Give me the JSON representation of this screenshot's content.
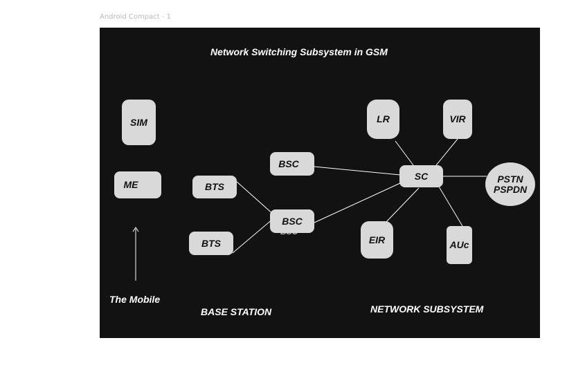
{
  "frame": {
    "label": "Android Compact - 1"
  },
  "diagram": {
    "title": "Network Switching Subsystem in GSM",
    "sections": {
      "mobile": "The Mobile",
      "base_station": "BASE STATION",
      "network": "NETWORK SUBSYSTEM"
    },
    "nodes": {
      "sim": "SIM",
      "me": "ME",
      "bts_top": "BTS",
      "bts_bottom": "BTS",
      "bsc_top": "BSC",
      "bsc_bottom": "BSC",
      "bsc_bottom_shadow": "BSC",
      "sc": "SC",
      "lr": "LR",
      "vir": "VIR",
      "eir": "EIR",
      "auc": "AUc",
      "pstn_line1": "PSTN",
      "pstn_line2": "PSPDN"
    },
    "edges": [
      [
        "bts_top",
        "bsc_bottom"
      ],
      [
        "bts_bottom",
        "bsc_bottom"
      ],
      [
        "bsc_top",
        "sc"
      ],
      [
        "bsc_bottom",
        "sc"
      ],
      [
        "lr",
        "sc"
      ],
      [
        "vir",
        "sc"
      ],
      [
        "eir",
        "sc"
      ],
      [
        "auc",
        "sc"
      ],
      [
        "sc",
        "pstn"
      ]
    ]
  },
  "colors": {
    "canvas": "#121212",
    "node_fill": "#d9d9d9",
    "node_text": "#111111",
    "line": "#ffffff",
    "frame_label": "#b8b8b8"
  }
}
